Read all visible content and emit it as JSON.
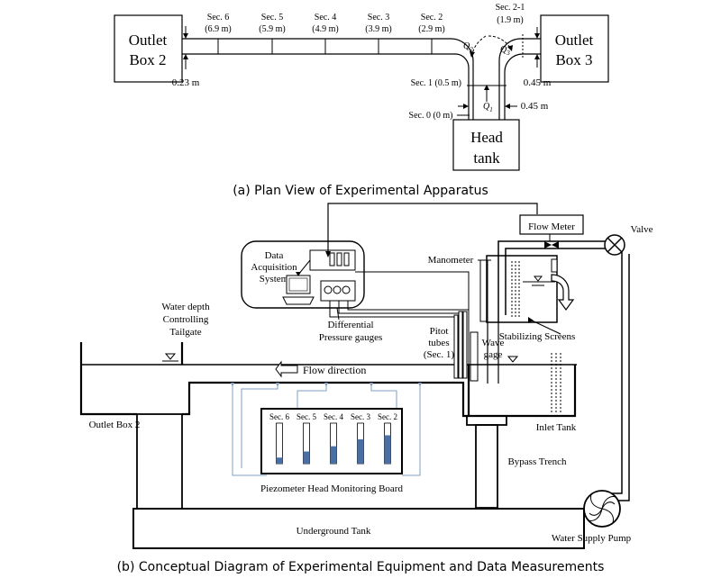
{
  "plan": {
    "outlet_box_2": [
      "Outlet",
      "Box 2"
    ],
    "outlet_box_3": [
      "Outlet",
      "Box 3"
    ],
    "head_tank": [
      "Head",
      "tank"
    ],
    "sections": [
      {
        "name": "Sec. 6",
        "dist": "(6.9 m)"
      },
      {
        "name": "Sec. 5",
        "dist": "(5.9 m)"
      },
      {
        "name": "Sec. 4",
        "dist": "(4.9 m)"
      },
      {
        "name": "Sec. 3",
        "dist": "(3.9 m)"
      },
      {
        "name": "Sec. 2",
        "dist": "(2.9 m)"
      }
    ],
    "sec_2_1": {
      "name": "Sec. 2-1",
      "dist": "(1.9 m)"
    },
    "sec_1": "Sec. 1 (0.5 m)",
    "sec_0": "Sec. 0 (0 m)",
    "width_left": "0.23 m",
    "width_right": "0.45 m",
    "width_inlet": "0.45 m",
    "flow_q1": "Q",
    "flow_q1_sub": "1",
    "flow_q2": "Q",
    "flow_q2_sub": "2",
    "flow_q3": "Q",
    "flow_q3_sub": "3",
    "caption": "(a) Plan View of Experimental Apparatus"
  },
  "elev": {
    "flow_meter": "Flow Meter",
    "valve": "Valve",
    "manometer": "Manometer",
    "das": [
      "Data",
      "Acquisition",
      "System"
    ],
    "dpg": [
      "Differential",
      "Pressure gauges"
    ],
    "pitot": [
      "Pitot",
      "tubes",
      "(Sec. 1)"
    ],
    "wave": [
      "Wave",
      "gage"
    ],
    "stabilizing": "Stabilizing Screens",
    "tailgate": [
      "Water depth",
      "Controlling",
      "Tailgate"
    ],
    "flow_direction": "Flow direction",
    "outlet_box_2": "Outlet Box 2",
    "inlet_tank": "Inlet Tank",
    "bypass": "Bypass Trench",
    "board_title": "Piezometer Head Monitoring Board",
    "board_tubes": [
      {
        "label": "Sec. 6",
        "level": 0.15
      },
      {
        "label": "Sec. 5",
        "level": 0.3
      },
      {
        "label": "Sec. 4",
        "level": 0.43
      },
      {
        "label": "Sec. 3",
        "level": 0.6
      },
      {
        "label": "Sec. 2",
        "level": 0.7
      }
    ],
    "underground": "Underground Tank",
    "pump": "Water Supply Pump",
    "caption": "(b) Conceptual Diagram of Experimental Equipment and Data Measurements"
  }
}
